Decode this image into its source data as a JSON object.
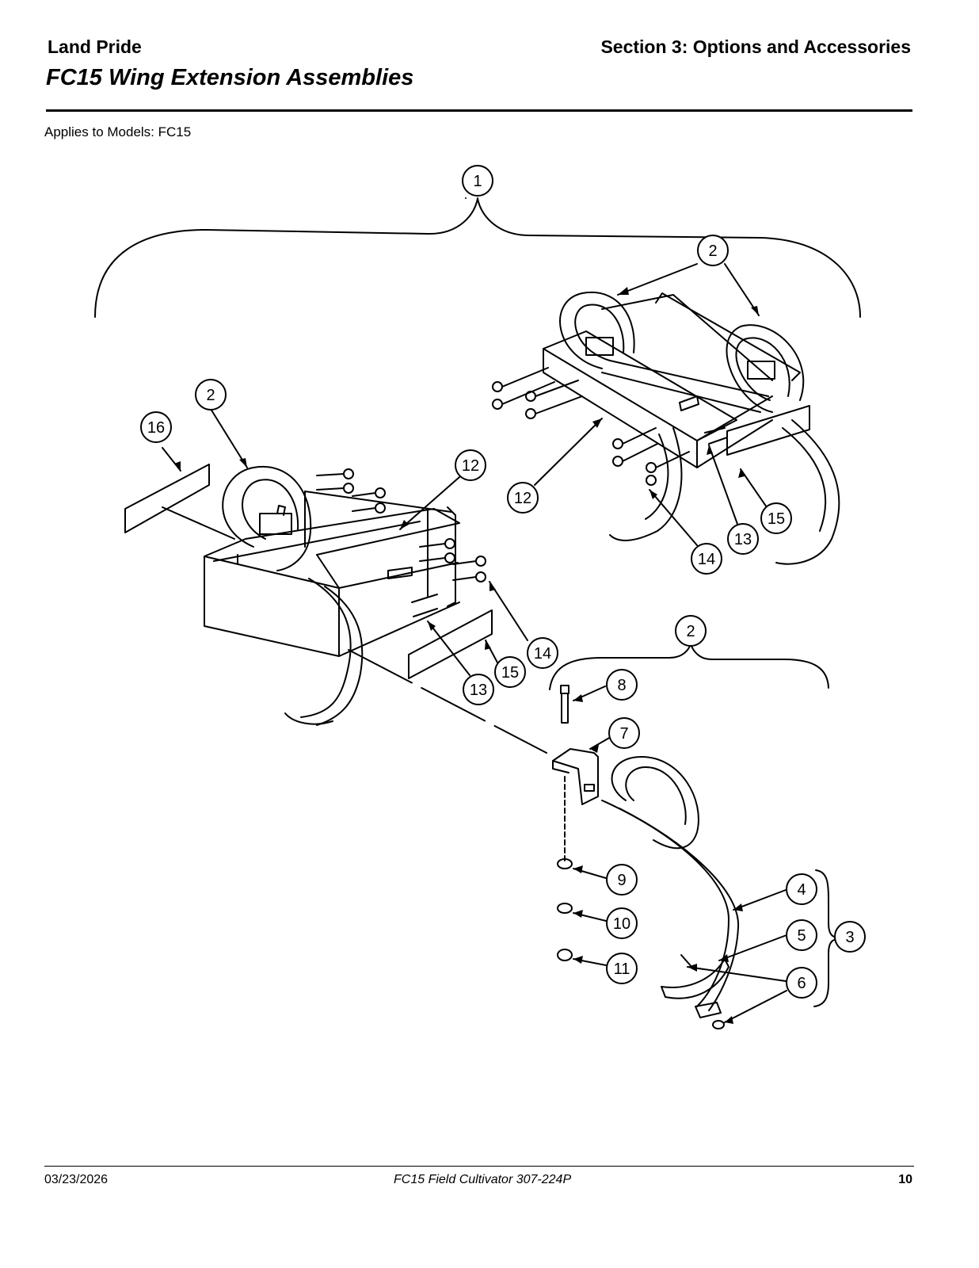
{
  "header": {
    "brand": "Land Pride",
    "section": "Section 3: Options and Accessories",
    "title": "FC15 Wing Extension Assemblies"
  },
  "applies_to": "Applies to Models: FC15",
  "callouts": [
    "1",
    "2",
    "2",
    "16",
    "12",
    "12",
    "2",
    "13",
    "14",
    "15",
    "14",
    "15",
    "13",
    "8",
    "7",
    "9",
    "10",
    "11",
    "4",
    "5",
    "6",
    "3"
  ],
  "footer": {
    "date": "03/23/2026",
    "doc": "FC15  Field Cultivator  307-224P",
    "page": "10"
  }
}
